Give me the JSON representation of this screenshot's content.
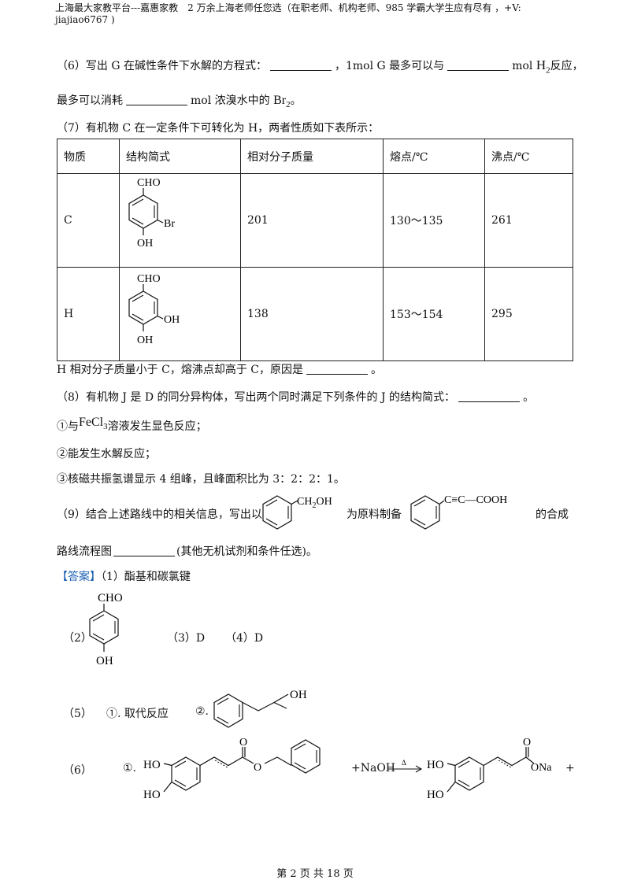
{
  "header": {
    "line1": "上海最大家教平台---嘉惠家教　2 万余上海老师任您选（在职老师、机构老师、985 学霸大学生应有尽有 ，+V:",
    "line2": "jiajiao6767 )"
  },
  "q6": {
    "part1": "（6）写出 G 在碱性条件下水解的方程式：",
    "part2": "，1mol G 最多可以与",
    "part3": "mol",
    "h2": "H",
    "h2_sub": "2",
    "part4": "反应，",
    "line2_a": "最多可以消耗",
    "line2_b": "mol 浓溴水中的",
    "br2": "Br",
    "br2_sub": "2",
    "line2_c": "。"
  },
  "q7": {
    "intro": "（7）有机物 C 在一定条件下可转化为 H，两者性质如下表所示：",
    "table": {
      "headers": [
        "物质",
        "结构简式",
        "相对分子质量",
        "熔点/℃",
        "沸点/℃"
      ],
      "rows": [
        {
          "name": "C",
          "mw": "201",
          "mp": "130～135",
          "bp": "261",
          "struct": {
            "top": "CHO",
            "right": "Br",
            "bottom": "OH"
          }
        },
        {
          "name": "H",
          "mw": "138",
          "mp": "153～154",
          "bp": "295",
          "struct": {
            "top": "CHO",
            "right": "OH",
            "bottom": "OH"
          }
        }
      ]
    },
    "after_a": "H 相对分子质量小于 C，熔沸点却高于 C，原因是",
    "after_b": "。"
  },
  "q8": {
    "intro_a": "（8）有机物 J 是 D 的同分异构体，写出两个同时满足下列条件的 J 的结构简式：",
    "intro_b": "。",
    "c1_a": "①与",
    "fecl": "FeCl",
    "fecl_sub": "3",
    "c1_b": "溶液发生显色反应；",
    "c2": "②能发生水解反应；",
    "c3": "③核磁共振氢谱显示 4 组峰，且峰面积比为 3：2：2：1。"
  },
  "q9": {
    "a": "（9）结合上述路线中的相关信息，写出以",
    "start_group": "CH",
    "start_sub": "2",
    "start_oh": "OH",
    "b": "为原料制备",
    "target_group": "C≡C—COOH",
    "c": "的合成",
    "line2_a": "路线流程图",
    "line2_b": "(其他无机试剂和条件任选)。"
  },
  "answer": {
    "tag": "【答案】",
    "a1": "（1）酯基和碳氯键",
    "a2_num": "（2）",
    "a2_struct": {
      "top": "CHO",
      "bottom": "OH"
    },
    "a3": "（3）D",
    "a4": "（4）D",
    "a5_num": "（5）",
    "a5_1": "①. 取代反应",
    "a5_2": "②.",
    "a5_oh": "OH",
    "a6_num": "（6）",
    "a6_1": "①.",
    "a6_ho1": "HO",
    "a6_ho2": "HO",
    "a6_o": "O",
    "a6_o2": "O",
    "a6_naoh": "+NaOH",
    "a6_delta": "Δ",
    "a6_ho3": "HO",
    "a6_ho4": "HO",
    "a6_o3": "O",
    "a6_ona": "ONa",
    "a6_plus": "+"
  },
  "footer": "第 2 页 共 18 页"
}
